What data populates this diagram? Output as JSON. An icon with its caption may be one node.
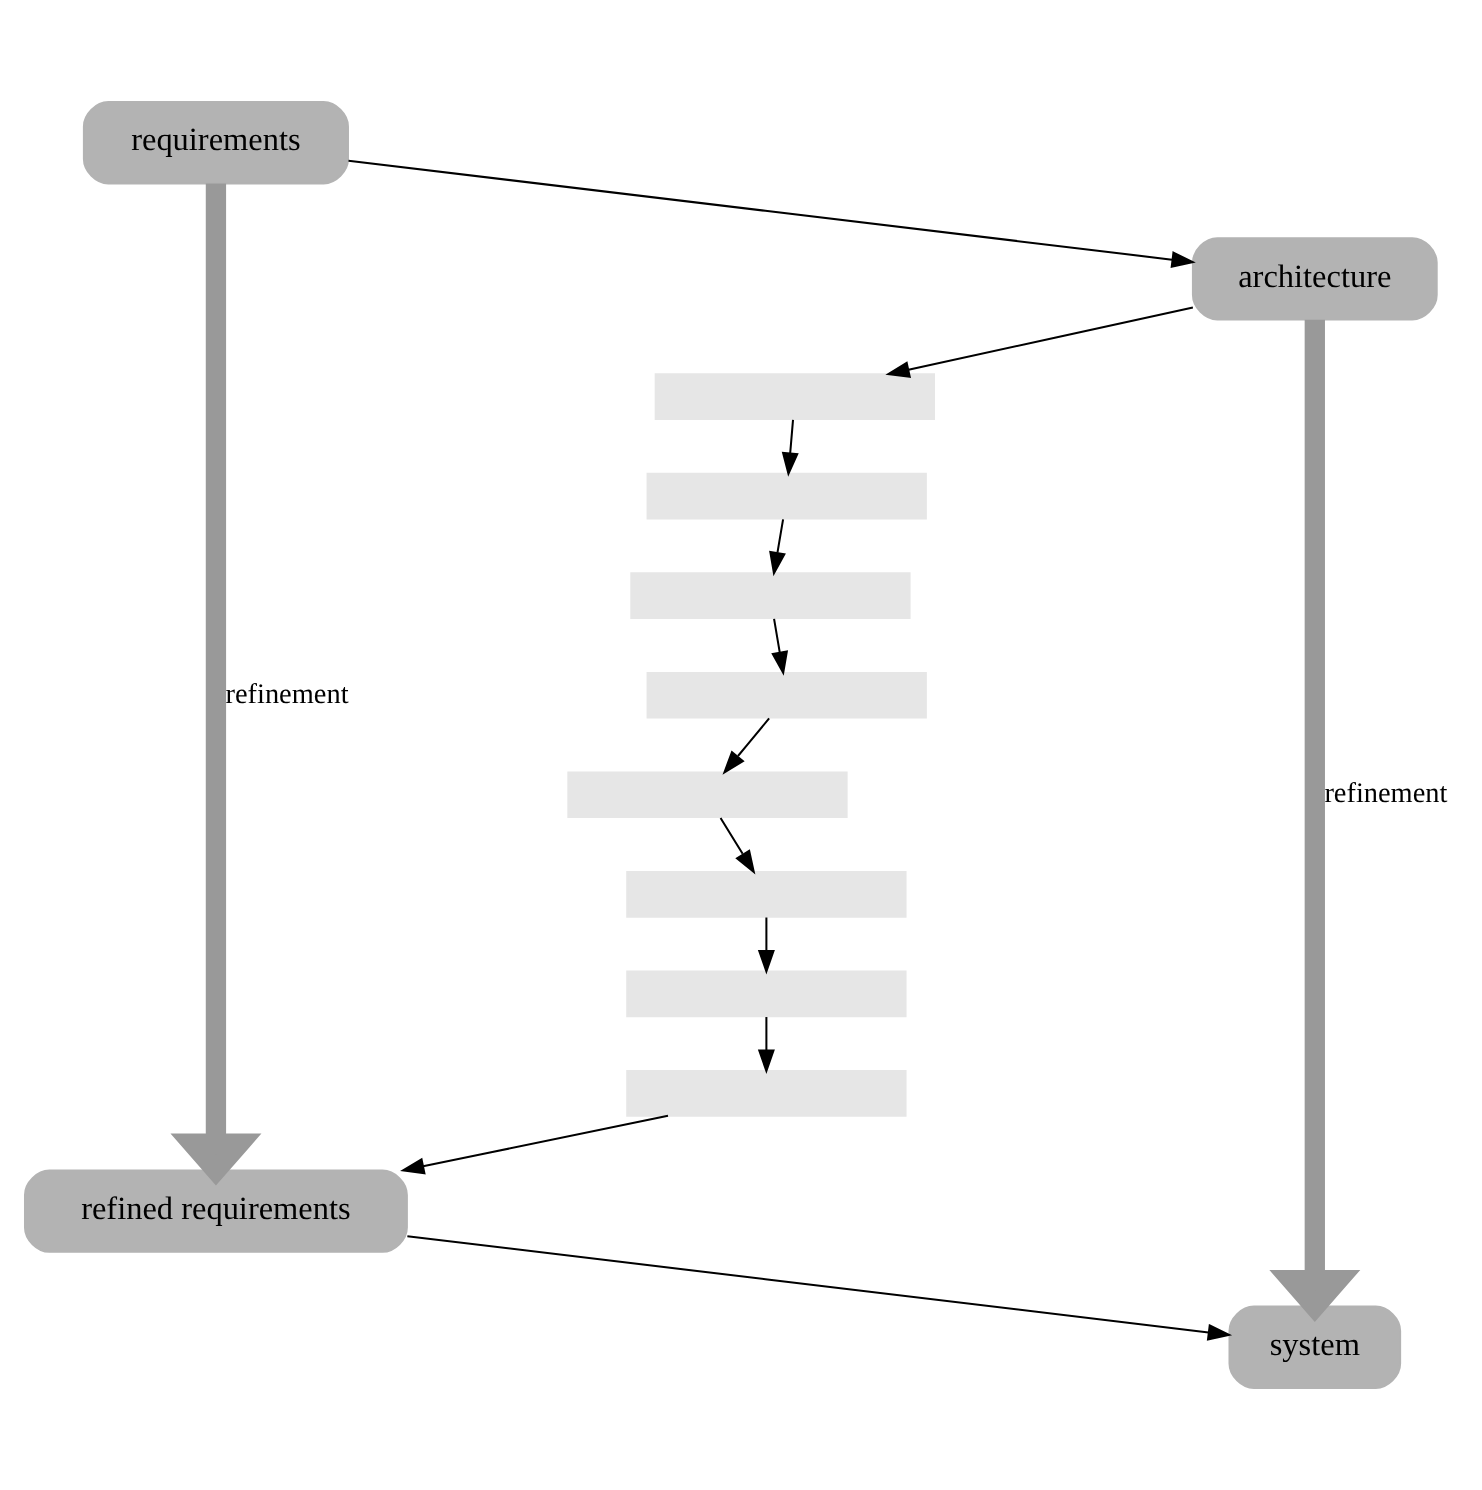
{
  "diagram": {
    "nodes": [
      {
        "text": [
          "requirements"
        ]
      },
      {
        "text": [],
        "shape": "bar"
      },
      {
        "text": [],
        "shape": "bar"
      },
      {
        "text": [],
        "shape": "bar"
      },
      {
        "text": [],
        "shape": "bar"
      },
      {
        "text": [
          "refined requirements"
        ]
      },
      {
        "text": [
          "architecture"
        ]
      },
      {
        "text": [],
        "shape": "bar"
      },
      {
        "text": [],
        "shape": "bar"
      },
      {
        "text": [],
        "shape": "bar"
      },
      {
        "text": [],
        "shape": "bar"
      },
      {
        "text": [
          "system"
        ]
      }
    ],
    "edges": [
      {
        "from": 0,
        "to": 6,
        "arrow": "to"
      },
      {
        "from": 6,
        "to": 1,
        "arrow": "to"
      },
      {
        "from": 1,
        "to": 7,
        "arrow": "to"
      },
      {
        "from": 7,
        "to": 2,
        "arrow": "to"
      },
      {
        "from": 2,
        "to": 8,
        "arrow": "to"
      },
      {
        "from": 8,
        "to": 3,
        "arrow": "to"
      },
      {
        "from": 3,
        "to": 9,
        "arrow": "to"
      },
      {
        "from": 9,
        "to": 4,
        "arrow": "to"
      },
      {
        "from": 4,
        "to": 10,
        "arrow": "to"
      },
      {
        "from": 10,
        "to": 5,
        "arrow": "to"
      },
      {
        "from": 5,
        "to": 11,
        "arrow": "to"
      },
      {
        "from": 0,
        "to": 5,
        "arrow": "to",
        "label": "refinement",
        "style": "thick",
        "color": "#999999"
      },
      {
        "from": 6,
        "to": 11,
        "arrow": "to",
        "label": "refinement",
        "style": "thick",
        "color": "#999999"
      }
    ]
  }
}
